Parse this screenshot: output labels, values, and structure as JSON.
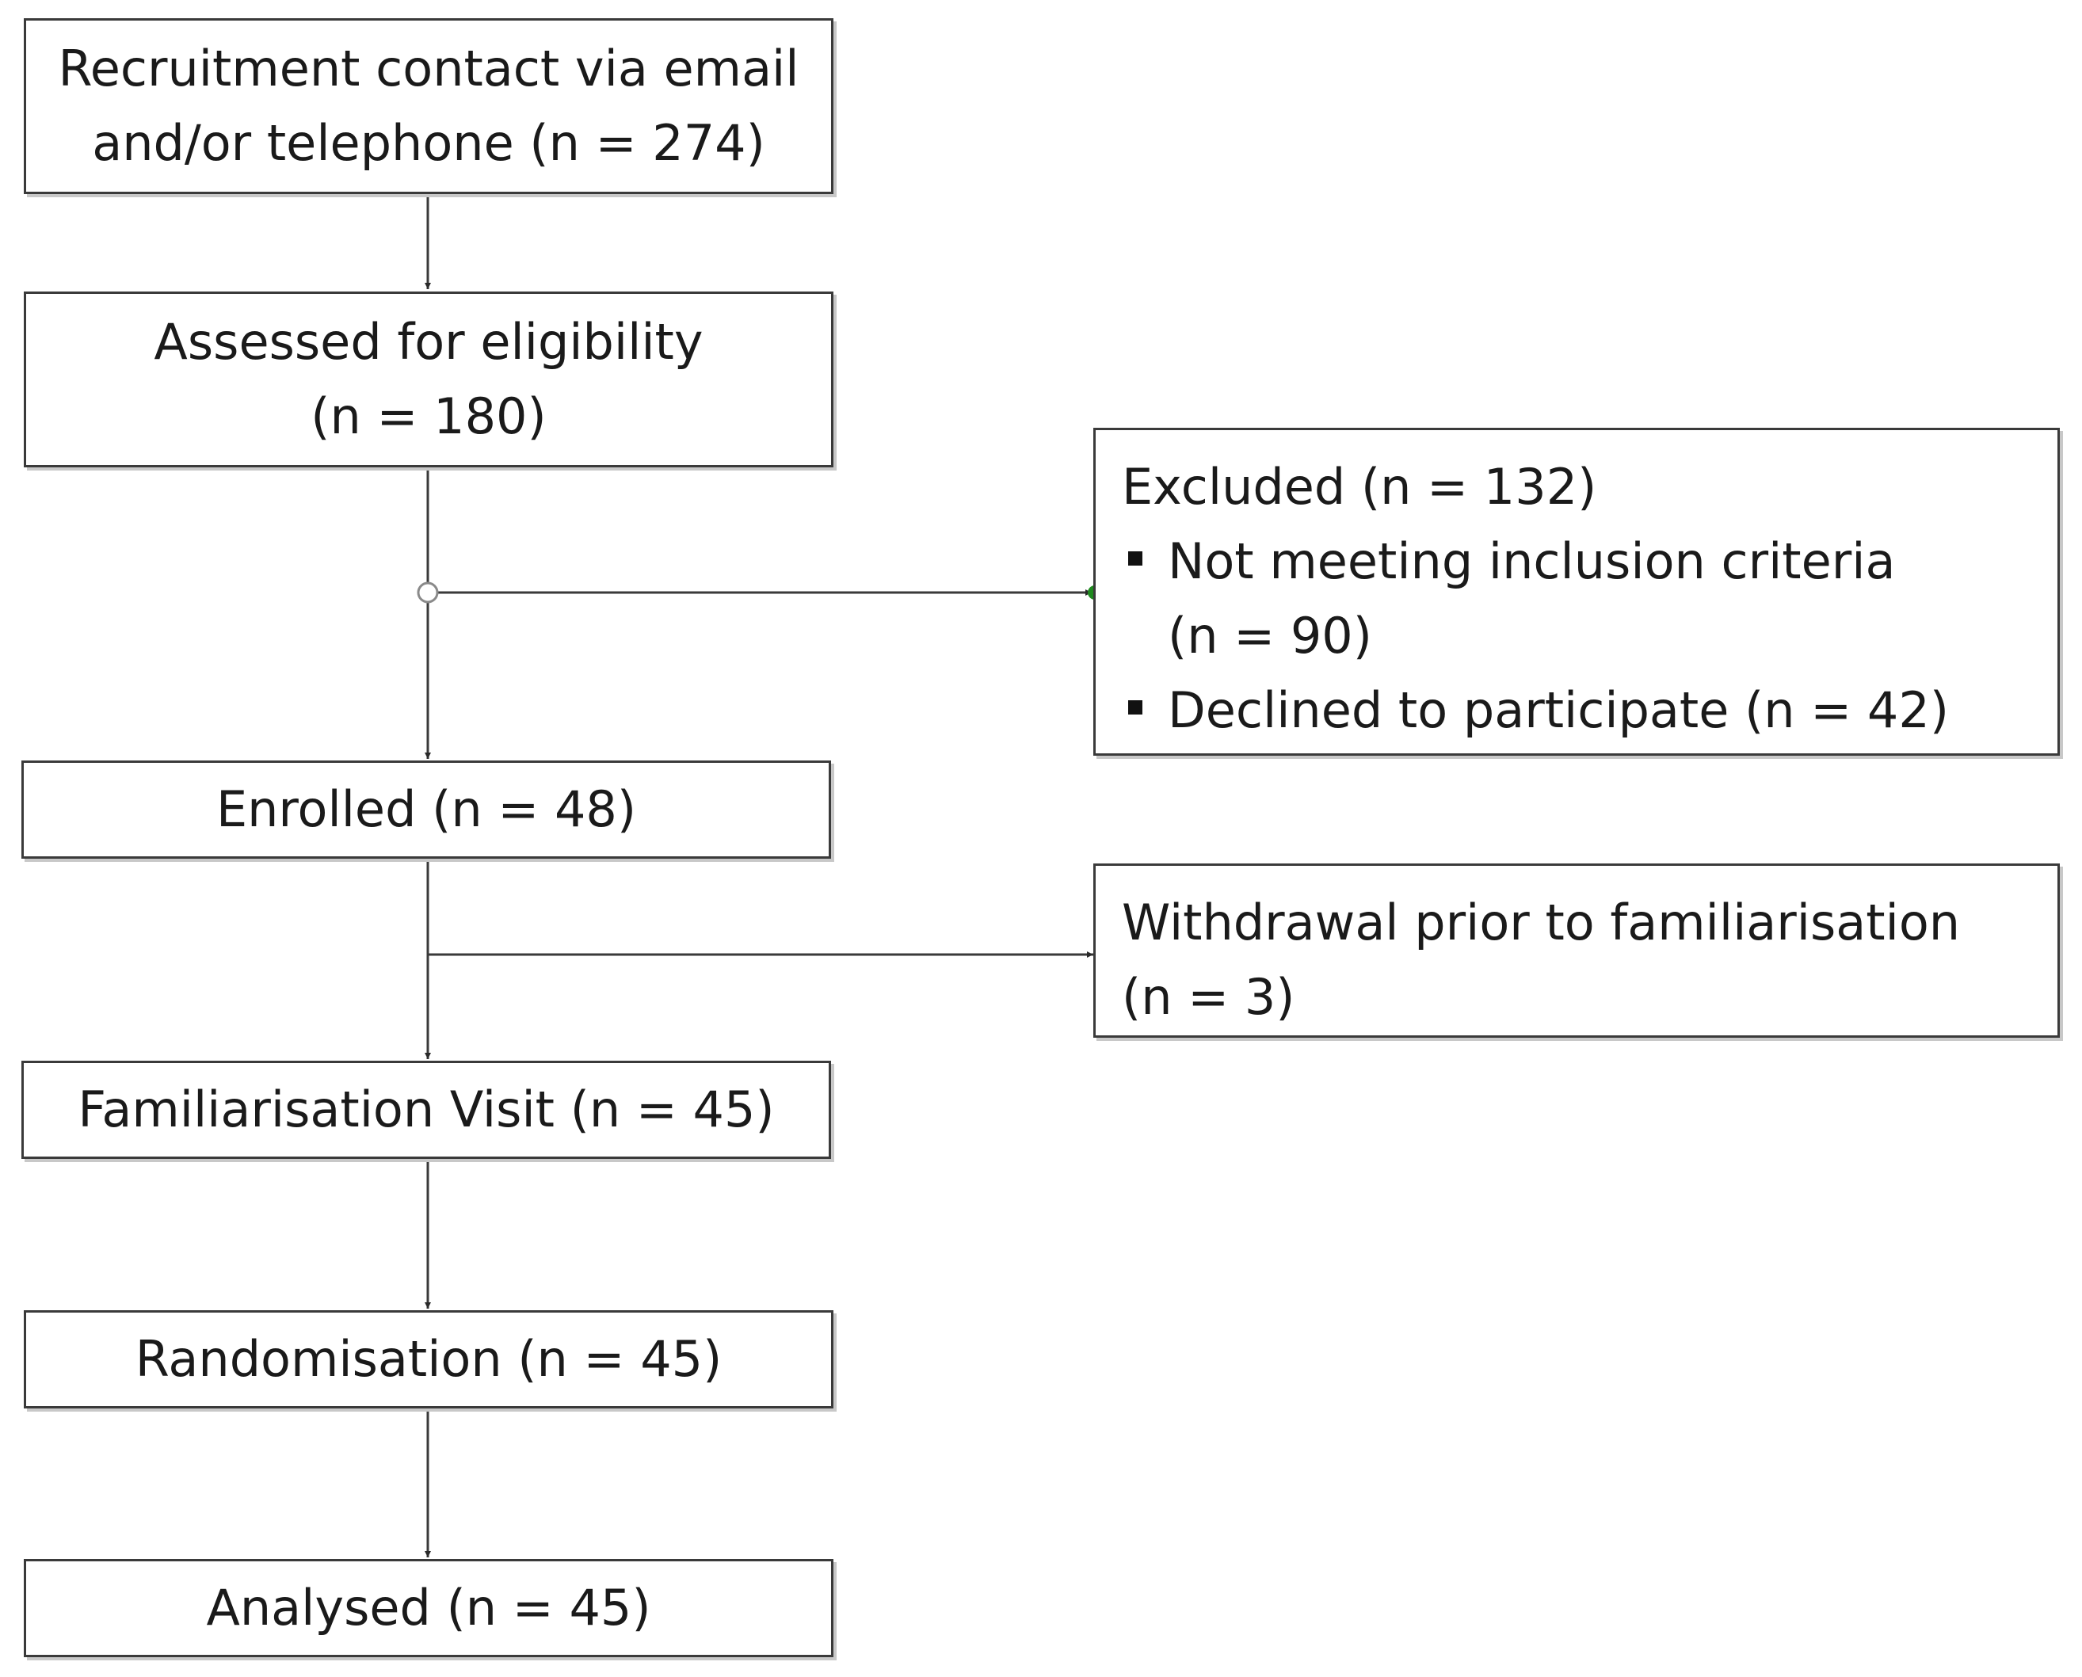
{
  "boxes": {
    "recruitment": {
      "line1": "Recruitment contact via email",
      "line2": "and/or telephone (n = 274)"
    },
    "assessed": {
      "line1": "Assessed for eligibility",
      "line2": "(n = 180)"
    },
    "excluded": {
      "title": "Excluded (n = 132)",
      "items": [
        {
          "line1": "Not meeting inclusion criteria",
          "line2": "(n = 90)"
        },
        {
          "line1": "Declined to participate (n = 42)"
        }
      ]
    },
    "enrolled": {
      "label": "Enrolled (n = 48)"
    },
    "withdrawal": {
      "line1": "Withdrawal prior to familiarisation",
      "line2": "(n = 3)"
    },
    "familiarisation": {
      "label": "Familiarisation Visit (n = 45)"
    },
    "randomisation": {
      "label": "Randomisation (n = 45)"
    },
    "analysed": {
      "label": "Analysed (n = 45)"
    }
  },
  "colors": {
    "border": "#3a3a3a",
    "connector": "#3a3a3a",
    "junction_marker": "#1e8a1e"
  }
}
